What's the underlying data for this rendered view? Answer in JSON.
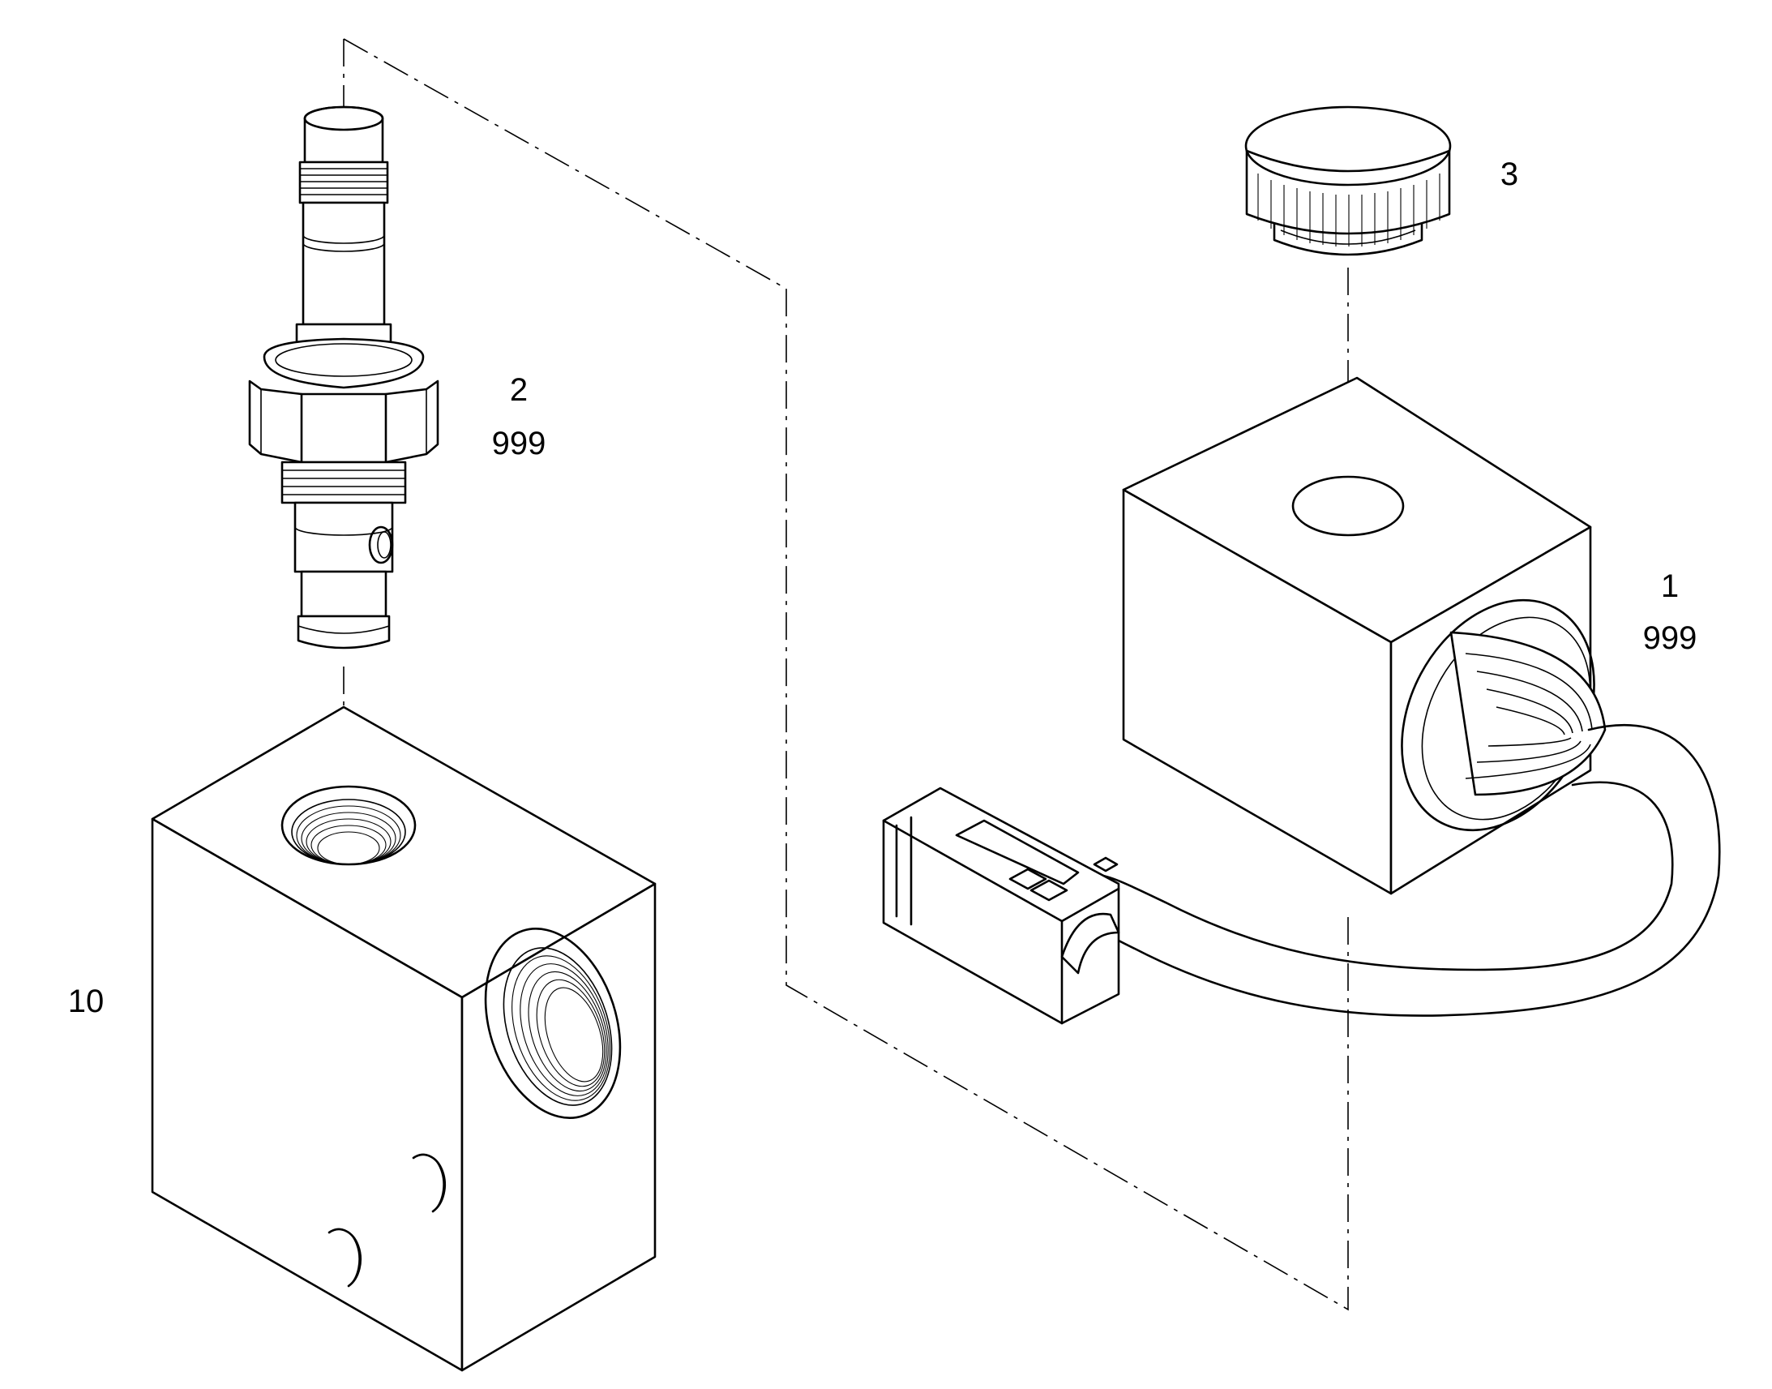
{
  "title": "",
  "labels": {
    "item_1": {
      "number": "1",
      "qty": "999"
    },
    "item_2": {
      "number": "2",
      "qty": "999"
    },
    "item_3": {
      "number": "3"
    },
    "item_10": {
      "number": "10"
    }
  },
  "colors": {
    "line": "#000000",
    "background": "#ffffff"
  }
}
